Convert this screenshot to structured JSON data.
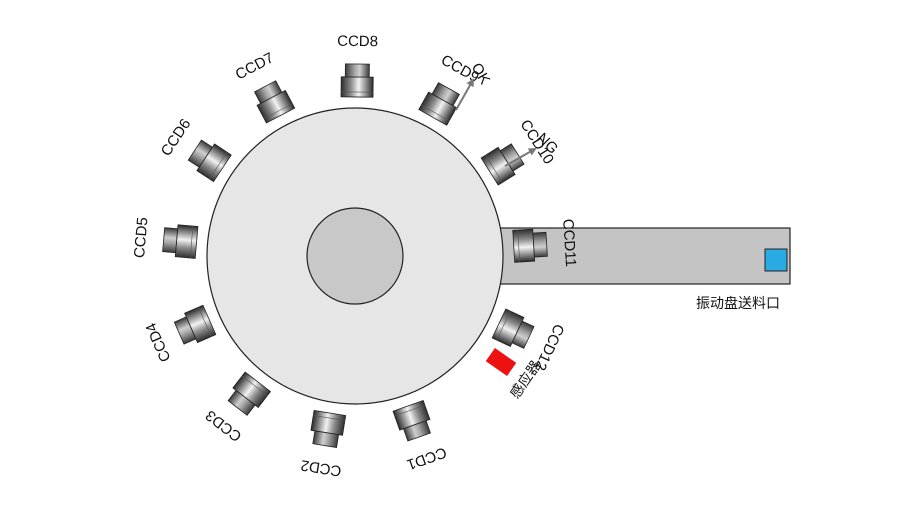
{
  "diagram": {
    "cameras": [
      {
        "label": "CCD1"
      },
      {
        "label": "CCD2"
      },
      {
        "label": "CCD3"
      },
      {
        "label": "CCD4"
      },
      {
        "label": "CCD5"
      },
      {
        "label": "CCD6"
      },
      {
        "label": "CCD7"
      },
      {
        "label": "CCD8"
      },
      {
        "label": "CCD9"
      },
      {
        "label": "CCD10"
      },
      {
        "label": "CCD11"
      },
      {
        "label": "CCD12"
      }
    ],
    "outputs": {
      "ok": "OK",
      "ng": "NG"
    },
    "feeder": {
      "label": "振动盘送料口",
      "part_color": "#29aae2"
    },
    "sensor": {
      "label": "感应器",
      "color": "#ee1111"
    },
    "colors": {
      "turntable": "#e6e6e6",
      "hub": "#c8c8c8",
      "feeder": "#c4c4c4"
    }
  }
}
